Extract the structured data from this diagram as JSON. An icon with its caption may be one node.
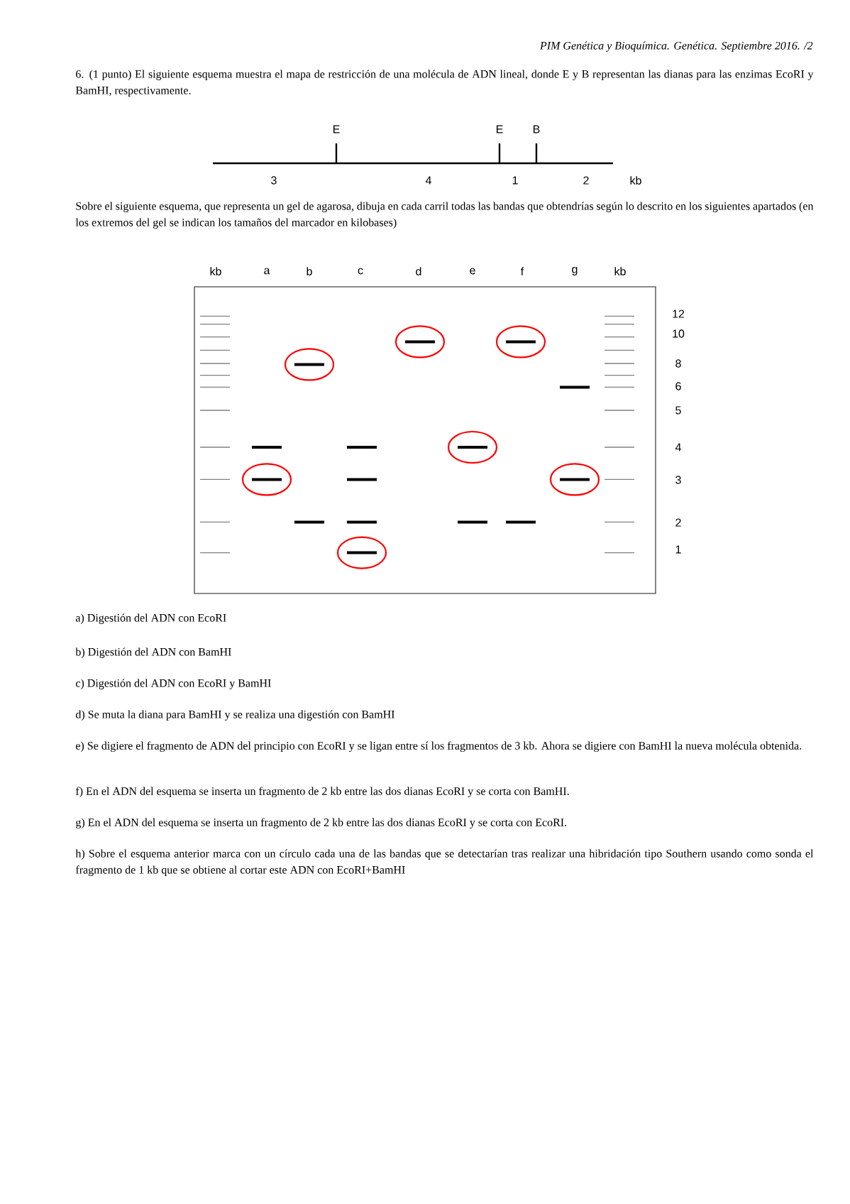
{
  "diagram": {
    "labels": [
      "PIM Genética y Bioquímica. Genética. Septiembre 2016. /2",
      "6. (1 punto) El siguiente esquema muestra el mapa de restricción de una molécula de ADN lineal, donde E y B representan las dianas para las enzimas EcoRI y BamHI, respectivamente.",
      "E",
      "E",
      "B",
      "3",
      "4",
      "1",
      "2",
      "kb",
      "Sobre el siguiente esquema, que representa un gel de agarosa, dibuja en cada carril todas las bandas que obtendrías según lo descrito en los siguientes apartados (en los extremos del gel se indican los tamaños del marcador en kilobases)",
      "kb",
      "a",
      "b",
      "c",
      "d",
      "e",
      "f",
      "g",
      "kb",
      "12",
      "10",
      "8",
      "6",
      "5",
      "4",
      "3",
      "2",
      "1",
      "a) Digestión del ADN con EcoRI",
      "b) Digestión del ADN con BamHI",
      "c) Digestión del ADN con EcoRI y BamHI",
      "d) Se muta la diana para BamHI y se realiza una digestión con BamHI",
      "e) Se digiere el fragmento de ADN del principio con EcoRI y se ligan entre sí los fragmentos de 3 kb. Ahora se digiere con BamHI la nueva molécula obtenida.",
      "f) En el ADN del esquema se inserta un fragmento de 2 kb entre las dos dianas EcoRI y se corta con BamHI.",
      "g) En el ADN del esquema se inserta un fragmento de 2 kb entre las dos dianas EcoRI y se corta con EcoRI.",
      "h) Sobre el esquema anterior marca con un círculo cada una de las bandas que se detectarían tras realizar una hibridación tipo Southern usando como sonda el fragmento de 1 kb que se obtiene al cortar este ADN con EcoRI+BamHI"
    ]
  }
}
